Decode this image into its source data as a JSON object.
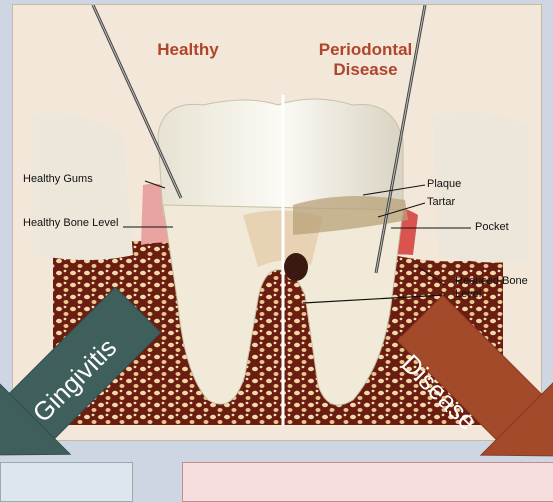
{
  "headings": {
    "healthy": "Healthy",
    "periodontal": "Periodontal Disease"
  },
  "labels": {
    "healthy_gums": "Healthy Gums",
    "healthy_bone_level": "Healthy Bone Level",
    "plaque": "Plaque",
    "tartar": "Tartar",
    "pocket": "Pocket",
    "reduced_bone_level": "Reduced Bone Level"
  },
  "arrows": {
    "gingivitis": "Gingivitis",
    "disease": "Disease"
  },
  "colors": {
    "heading": "#b0452c",
    "gingivitis_arrow": "#3f5f5c",
    "disease_arrow": "#a34a2a",
    "gum_healthy": "#e88a8a",
    "gum_inflamed": "#d9534f",
    "bone": "#8a2b1b",
    "tooth": "#f7f4ec"
  }
}
